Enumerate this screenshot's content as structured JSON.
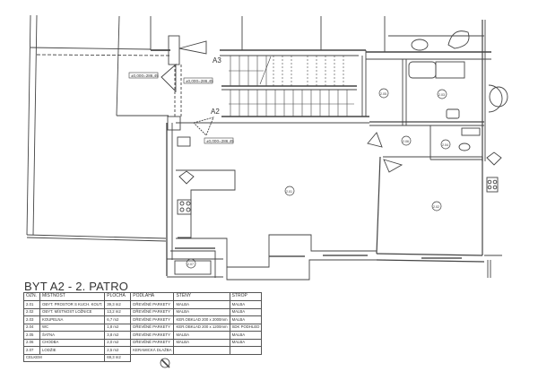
{
  "plan": {
    "section_markers": [
      "A3",
      "A2"
    ],
    "level_labels": [
      "±0,000=286,45",
      "±0,000=286,45",
      "±0,000=286,45"
    ],
    "room_tags": [
      "2.01",
      "2.02",
      "2.03",
      "2.04",
      "2.05",
      "2.06",
      "2.07"
    ]
  },
  "legend": {
    "title": "BYT A2 - 2. PATRO",
    "headers": [
      "OZN.",
      "MÍSTNOST",
      "PLOCHA",
      "PODLAHA",
      "STĚNY",
      "STROP"
    ],
    "rows": [
      {
        "id": "2.01",
        "name": "OBYT. PROSTOR S KUCH. KOUT.",
        "area": "39,3 m2",
        "floor": "DŘEVĚNÉ PARKETY",
        "walls": "MALBA",
        "ceiling": "MALBA"
      },
      {
        "id": "2.02",
        "name": "OBYT. MÍSTNOST LOŽNICE",
        "area": "13,2 m2",
        "floor": "DŘEVĚNÉ PARKETY",
        "walls": "MALBA",
        "ceiling": "MALBA"
      },
      {
        "id": "2.03",
        "name": "KOUPELNA",
        "area": "6,7 m2",
        "floor": "DŘEVĚNÉ PARKETY",
        "walls": "KER.OBKLAD 200 x 2000mm",
        "ceiling": "MALBA"
      },
      {
        "id": "2.04",
        "name": "WC",
        "area": "1,8 m2",
        "floor": "DŘEVĚNÉ PARKETY",
        "walls": "KER.OBKLAD 200 x 1200mm",
        "ceiling": "SDK PODHLED"
      },
      {
        "id": "2.05",
        "name": "ŠATNA",
        "area": "3,8 m2",
        "floor": "DŘEVĚNÉ PARKETY",
        "walls": "MALBA",
        "ceiling": "MALBA"
      },
      {
        "id": "2.06",
        "name": "CHODBA",
        "area": "2,0 m2",
        "floor": "DŘEVĚNÉ PARKETY",
        "walls": "MALBA",
        "ceiling": "MALBA"
      },
      {
        "id": "2.07",
        "name": "LODŽIE",
        "area": "2,5 m2",
        "floor": "KERAMICKÁ DLAŽBA",
        "walls": "",
        "ceiling": ""
      }
    ],
    "total_label": "CELKEM",
    "total_area": "69,3 m2"
  }
}
